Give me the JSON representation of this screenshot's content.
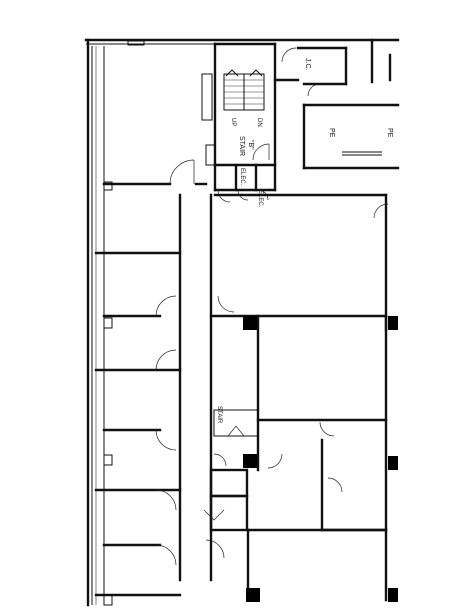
{
  "labels": {
    "jc": "J.C.",
    "up": "UP",
    "dn": "DN",
    "stair": "STAIR",
    "stair_id": "\"B\"",
    "elec1": "ELEC.",
    "elec2": "ELEC.",
    "pe1": "PE",
    "pe2": "PE",
    "stair2": "STAIR"
  }
}
